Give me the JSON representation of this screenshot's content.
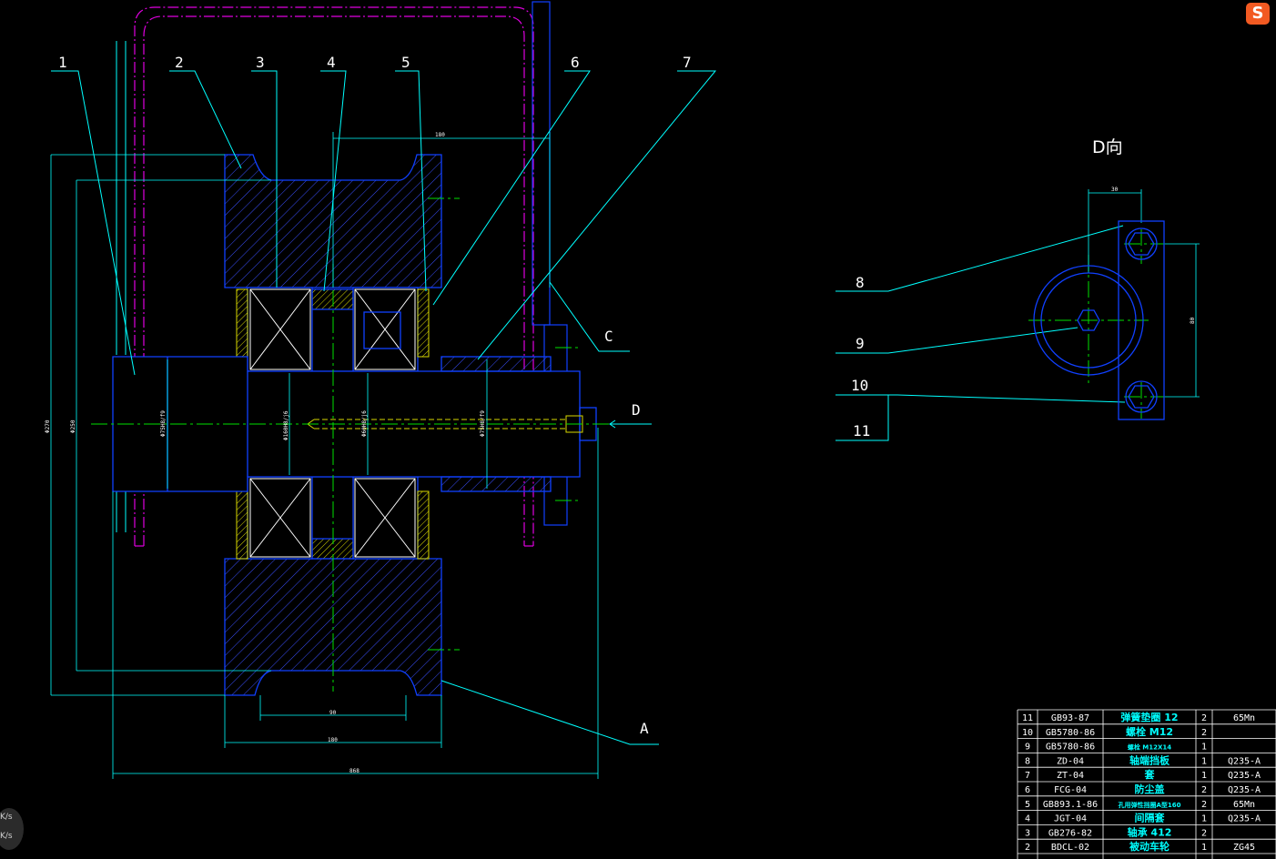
{
  "app": {
    "logo_letter": "S"
  },
  "speed_widget": {
    "upload": "K/s",
    "download": "K/s"
  },
  "drawing": {
    "leader_labels": [
      "1",
      "2",
      "3",
      "4",
      "5",
      "6",
      "7",
      "8",
      "9",
      "10",
      "11"
    ],
    "view_label": "D向",
    "arrow_label": "D",
    "ref_labels": {
      "a": "A",
      "c": "C"
    },
    "dims": {
      "top_width": "180",
      "rim_inner": "90",
      "rim_outer": "180",
      "overall": "868",
      "outer_dia": "Φ270",
      "inner_dia": "Φ250",
      "shaft_left": "Φ75H8/f9",
      "bearing": "Φ160H8/j6",
      "shaft_mid": "Φ60H8/j6",
      "shaft_right": "Φ75H8/f9",
      "dview_width": "30",
      "dview_height": "80"
    }
  },
  "bom": {
    "rows": [
      {
        "no": "11",
        "code": "GB93-87",
        "name": "弹簧垫圈 12",
        "qty": "2",
        "mat": "65Mn"
      },
      {
        "no": "10",
        "code": "GB5780-86",
        "name": "螺栓 M12",
        "qty": "2",
        "mat": ""
      },
      {
        "no": "9",
        "code": "GB5780-86",
        "name": "螺栓 M12X14",
        "qty": "1",
        "mat": ""
      },
      {
        "no": "8",
        "code": "ZD-04",
        "name": "轴端挡板",
        "qty": "1",
        "mat": "Q235-A"
      },
      {
        "no": "7",
        "code": "ZT-04",
        "name": "套",
        "qty": "1",
        "mat": "Q235-A"
      },
      {
        "no": "6",
        "code": "FCG-04",
        "name": "防尘盖",
        "qty": "2",
        "mat": "Q235-A"
      },
      {
        "no": "5",
        "code": "GB893.1-86",
        "name": "孔用弹性挡圈A型160",
        "qty": "2",
        "mat": "65Mn"
      },
      {
        "no": "4",
        "code": "JGT-04",
        "name": "间隔套",
        "qty": "1",
        "mat": "Q235-A"
      },
      {
        "no": "3",
        "code": "GB276-82",
        "name": "轴承 412",
        "qty": "2",
        "mat": ""
      },
      {
        "no": "2",
        "code": "BDCL-02",
        "name": "被动车轮",
        "qty": "1",
        "mat": "ZG45"
      }
    ]
  }
}
